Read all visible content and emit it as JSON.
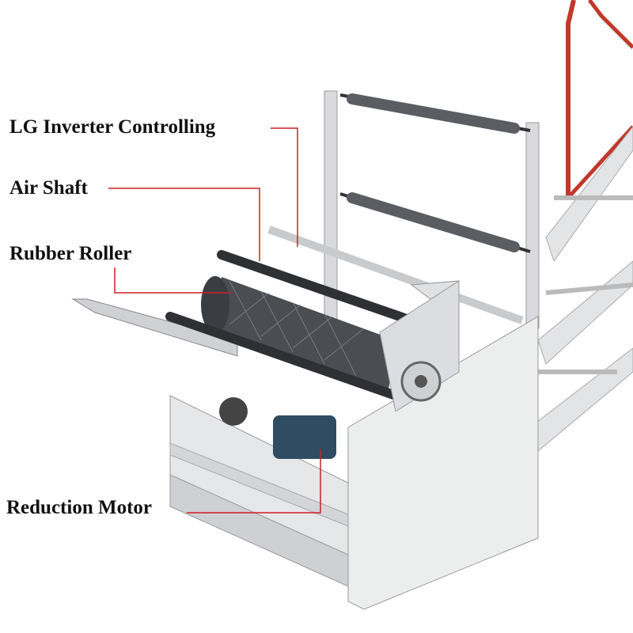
{
  "labels": {
    "inverter": "LG Inverter Controlling",
    "air_shaft": "Air Shaft",
    "rubber_roller": "Rubber Roller",
    "reduction_motor": "Reduction Motor"
  },
  "colors": {
    "leader_line": "#cc1f24",
    "frame": "#d9dadd",
    "roller": "#4a4d52",
    "railing": "#c0392b"
  }
}
